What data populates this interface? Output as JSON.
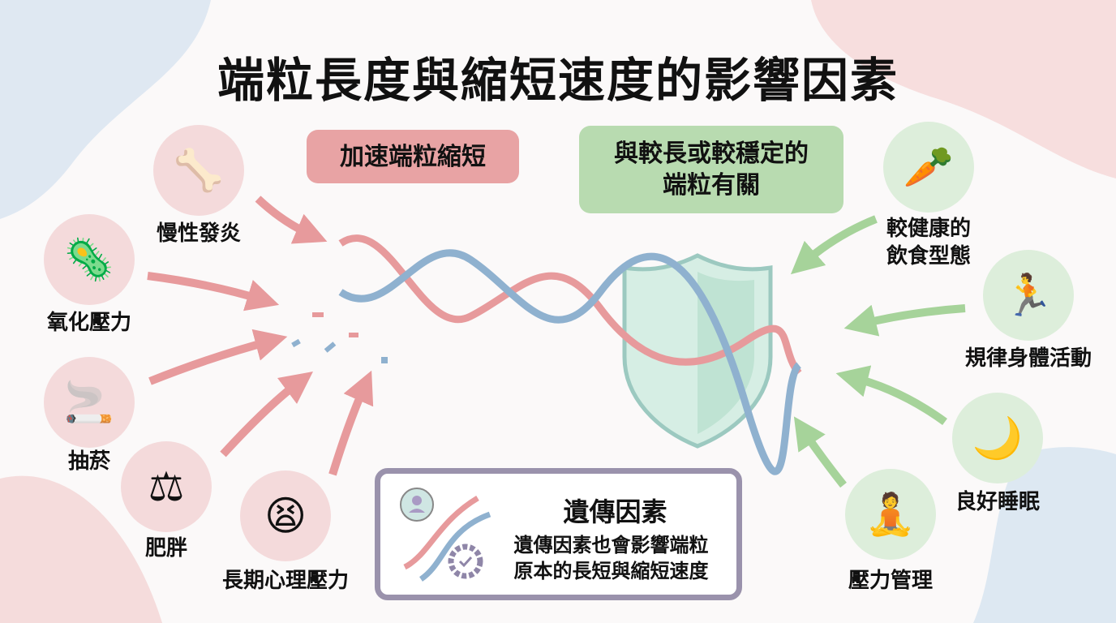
{
  "title": "端粒長度與縮短速度的影響因素",
  "accelerate_label": "加速端粒縮短",
  "protective_label": [
    "與較長或較穩定的",
    "端粒有關"
  ],
  "negative_factors": [
    {
      "label": "慢性發炎",
      "icon": "inflamed-joint-icon"
    },
    {
      "label": "氧化壓力",
      "icon": "free-radical-cells-icon"
    },
    {
      "label": "抽菸",
      "icon": "cigarette-icon"
    },
    {
      "label": "肥胖",
      "icon": "scale-person-icon"
    },
    {
      "label": "長期心理壓力",
      "icon": "stressed-person-cloud-icon"
    }
  ],
  "positive_factors": [
    {
      "label": [
        "較健康的",
        "飲食型態"
      ],
      "icon": "vegetables-fish-icon"
    },
    {
      "label": "規律身體活動",
      "icon": "runner-icon"
    },
    {
      "label": "良好睡眠",
      "icon": "moon-sleep-icon"
    },
    {
      "label": "壓力管理",
      "icon": "meditation-icon"
    }
  ],
  "genetics": {
    "title": "遺傳因素",
    "text": [
      "遺傳因素也會影響端粒",
      "原本的長短與縮短速度"
    ]
  },
  "colors": {
    "red": "#e8a3a4",
    "green": "#b8dbb0",
    "arrow_red": "#e79a9c",
    "arrow_green": "#a6d39a",
    "dna_blue": "#8fb1cf"
  }
}
